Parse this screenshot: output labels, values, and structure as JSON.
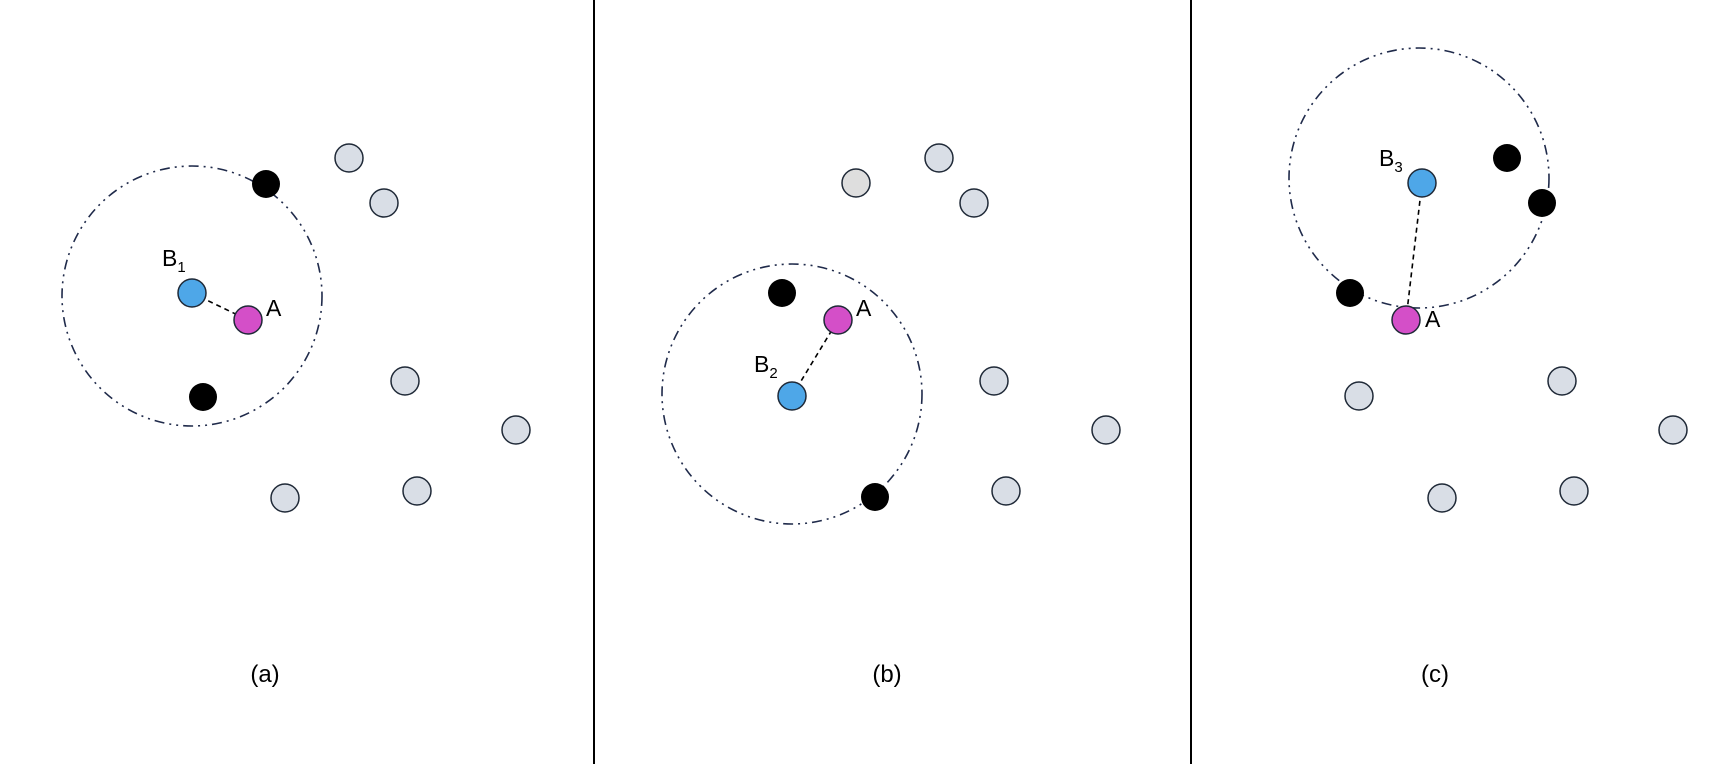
{
  "colors": {
    "background": "#ffffff",
    "divider": "#000000",
    "circle_stroke": "#1f2a4a",
    "point_outline": "#1f2937",
    "neighbor_black": "#000000",
    "other_point_fill": "#d9dee6",
    "point_a_fill": "#d44fc8",
    "point_b_fill": "#4ea7e8",
    "plain_gray_fill": "#dedede"
  },
  "panels": [
    {
      "caption": "(a)",
      "point_a_label": "A",
      "point_b_label": "B",
      "point_b_subscript": "1"
    },
    {
      "caption": "(b)",
      "point_a_label": "A",
      "point_b_label": "B",
      "point_b_subscript": "2"
    },
    {
      "caption": "(c)",
      "point_a_label": "A",
      "point_b_label": "B",
      "point_b_subscript": "3"
    }
  ]
}
